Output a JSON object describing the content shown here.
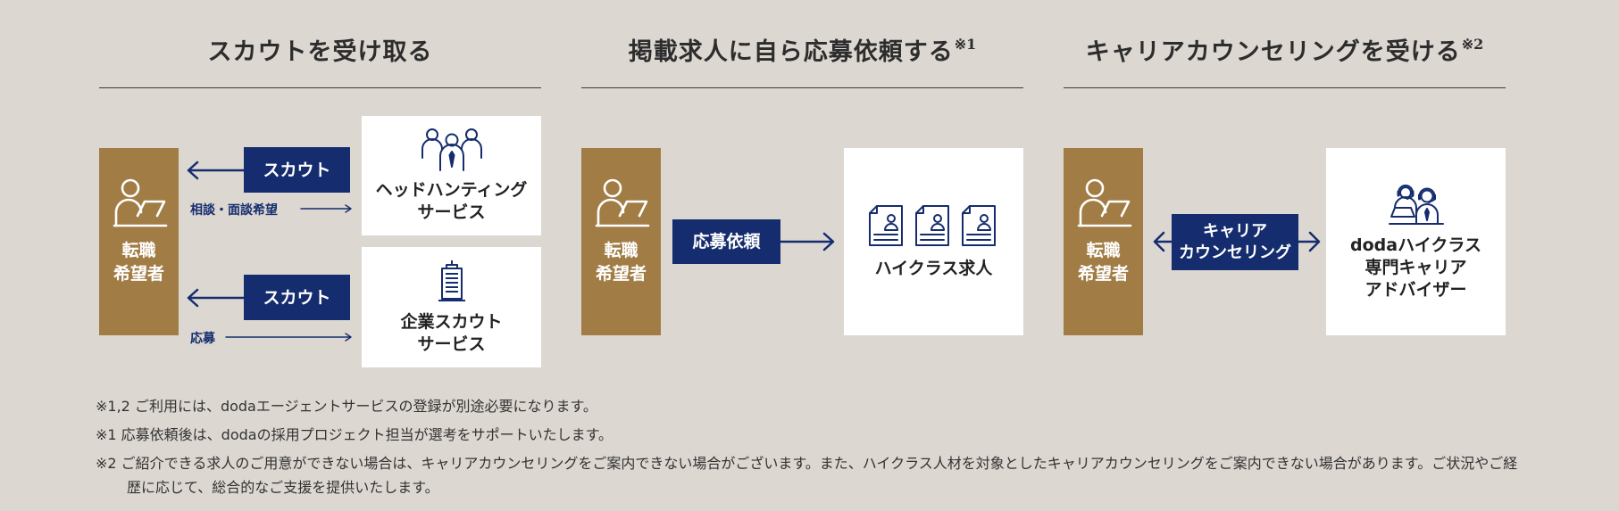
{
  "columns": [
    {
      "title": "スカウトを受け取る",
      "note_mark": ""
    },
    {
      "title": "掲載求人に自ら応募依頼する",
      "note_mark": "※1"
    },
    {
      "title": "キャリアカウンセリングを受ける",
      "note_mark": "※2"
    }
  ],
  "seeker_label": "転職\n希望者",
  "scout": {
    "headhunting": {
      "button": "スカウト",
      "arrow_label": "相談・面談希望",
      "service_label": "ヘッドハンティング\nサービス",
      "icon": "team-people-icon"
    },
    "company": {
      "button": "スカウト",
      "arrow_label": "応募",
      "service_label": "企業スカウト\nサービス",
      "icon": "office-building-icon"
    }
  },
  "apply": {
    "button": "応募依頼",
    "target_label": "ハイクラス求人",
    "icon": "job-documents-icon"
  },
  "counseling": {
    "button": "キャリア\nカウンセリング",
    "target_label": "dodaハイクラス\n専門キャリア\nアドバイザー",
    "icon": "headset-advisors-icon"
  },
  "notes": [
    "※1,2 ご利用には、dodaエージェントサービスの登録が別途必要になります。",
    "※1 応募依頼後は、dodaの採用プロジェクト担当が選考をサポートいたします。",
    "※2 ご紹介できる求人のご用意ができない場合は、キャリアカウンセリングをご案内できない場合がございます。また、ハイクラス人材を対象としたキャリアカウンセリングをご案内できない場合があります。ご状況やご経歴に応じて、総合的なご支援を提供いたします。"
  ],
  "colors": {
    "background": "#dcd7d1",
    "seeker_gold": "#a17d45",
    "navy": "#152d6e",
    "white": "#ffffff"
  }
}
